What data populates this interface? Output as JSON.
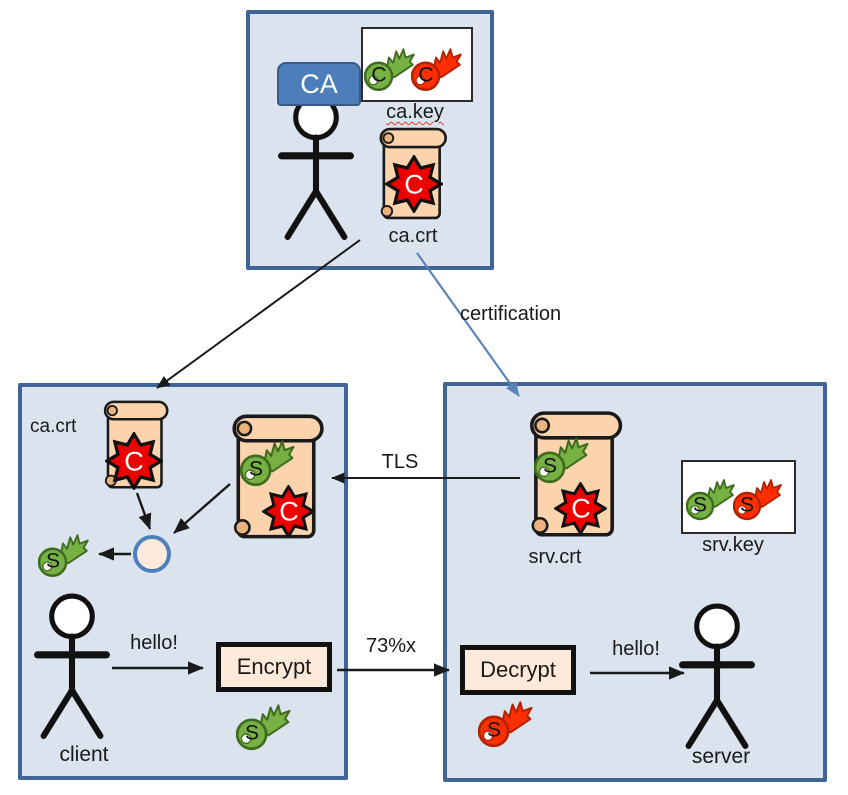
{
  "ca_box": {
    "actor": "CA",
    "keypair_label": "ca.key",
    "keypair_private_letter": "C",
    "keypair_public_letter": "C",
    "cert_label": "ca.crt",
    "cert_seal_letter": "C"
  },
  "client_box": {
    "ca_cert_label": "ca.crt",
    "ca_cert_seal_letter": "C",
    "received_cert_pubkey_letter": "S",
    "received_cert_seal_letter": "C",
    "extracted_key_letter": "S",
    "actor": "client",
    "hello": "hello!",
    "encrypt": "Encrypt",
    "encrypt_key_letter": "S"
  },
  "server_box": {
    "cert_label": "srv.crt",
    "cert_pubkey_letter": "S",
    "cert_seal_letter": "C",
    "keypair_label": "srv.key",
    "keypair_private_letter": "S",
    "keypair_public_letter": "S",
    "decrypt": "Decrypt",
    "decrypt_key_letter": "S",
    "hello": "hello!",
    "actor": "server"
  },
  "arrow_labels": {
    "certification": "certification",
    "tls": "TLS",
    "ciphertext": "73%x"
  },
  "colors": {
    "box_bg": "#dbe3ef",
    "box_border": "#3f6495",
    "scroll_fill": "#fbd3ad",
    "scroll_curl": "#e9b27e",
    "panel_fill": "#fdeada",
    "seal_red": "#ee0000",
    "key_green": "#77b043",
    "key_green_dark": "#3e6b1e",
    "key_red": "#ff2e00",
    "key_red_dark": "#b32200",
    "hat_blue": "#4d7ebc",
    "certification_arrow_blue": "#5b84b8"
  }
}
